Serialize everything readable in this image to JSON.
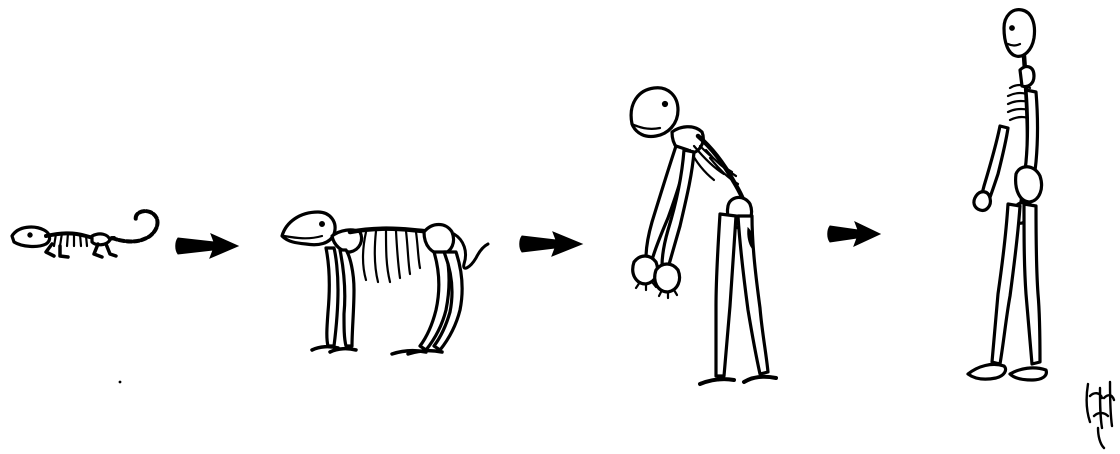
{
  "figure": {
    "stages": [
      {
        "id": "small-mammal"
      },
      {
        "id": "quadruped"
      },
      {
        "id": "stooped-primate"
      },
      {
        "id": "upright-human"
      }
    ],
    "arrow_count": 3,
    "ink_color": "#000000",
    "background_color": "#ffffff"
  }
}
